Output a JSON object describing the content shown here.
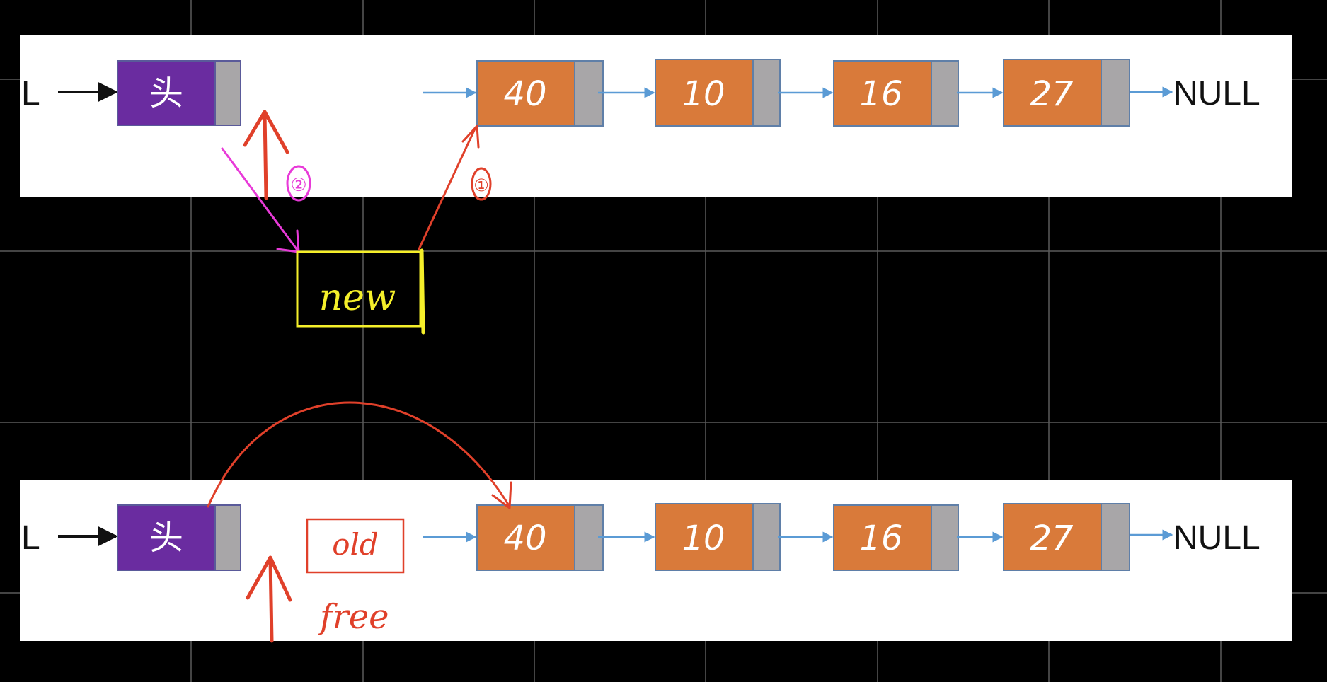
{
  "rows": [
    {
      "pointer_label": "L",
      "head_label": "头",
      "nodes": [
        "40",
        "10",
        "16",
        "27"
      ],
      "terminal_label": "NULL"
    },
    {
      "pointer_label": "L",
      "head_label": "头",
      "nodes": [
        "40",
        "10",
        "16",
        "27"
      ],
      "terminal_label": "NULL"
    }
  ],
  "annotations": {
    "step_one_mark": "①",
    "step_two_mark": "②",
    "new_node_label": "new",
    "old_node_label": "old",
    "free_label": "free"
  },
  "colors": {
    "head_fill": "#6a2ca0",
    "node_fill": "#d97a3a",
    "pointer_cell": "#a8a6a8",
    "link_arrow": "#5b9bd5",
    "annotation_red": "#e0402a",
    "annotation_pink": "#e83ad8",
    "annotation_yellow": "#f5ef2a",
    "grid_line": "#5a5a5a"
  }
}
